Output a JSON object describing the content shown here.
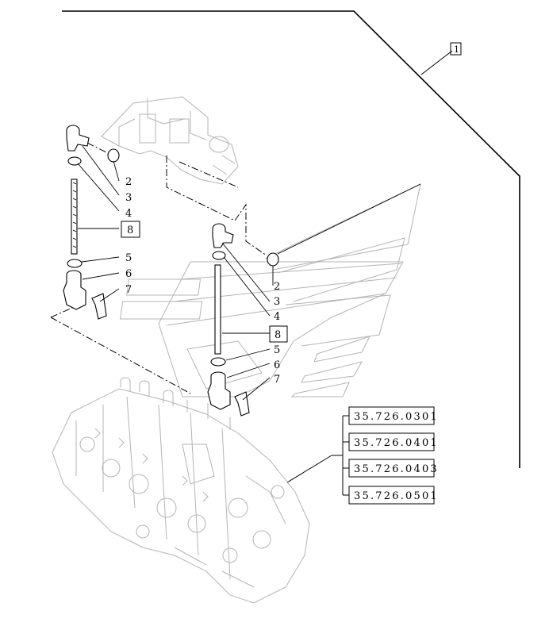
{
  "drawing": {
    "sheet_marker": "1",
    "callouts_left": [
      "2",
      "3",
      "4",
      "8",
      "5",
      "6",
      "7"
    ],
    "callouts_right": [
      "2",
      "3",
      "4",
      "8",
      "5",
      "6",
      "7"
    ],
    "reference_codes": [
      "35.726.0301",
      "35.726.0401",
      "35.726.0403",
      "35.726.0501"
    ]
  }
}
